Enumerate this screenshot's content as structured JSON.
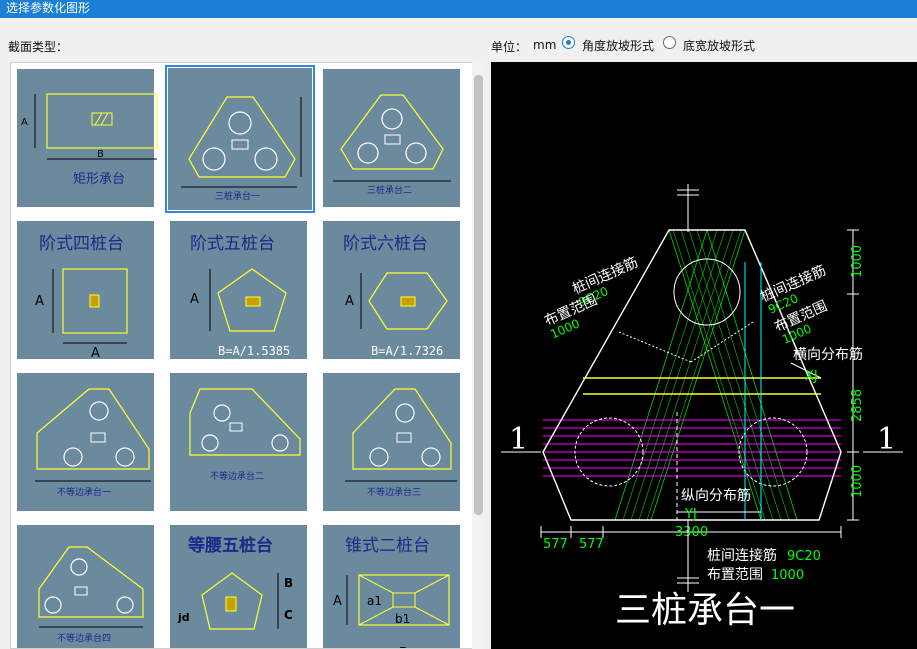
{
  "window": {
    "title": "选择参数化图形"
  },
  "section_label": "截面类型：",
  "unit": {
    "label": "单位：",
    "value": "mm"
  },
  "slope_options": [
    {
      "label": "角度放坡形式",
      "selected": true
    },
    {
      "label": "底宽放坡形式",
      "selected": false
    }
  ],
  "gallery": [
    {
      "label": "矩形承台",
      "dim_a": "A",
      "dim_b": "B"
    },
    {
      "label": "三桩承台一",
      "selected": true
    },
    {
      "label": "三桩承台二"
    },
    {
      "label": "阶式四桩台",
      "dim_a": "A",
      "dim_b": "A"
    },
    {
      "label": "阶式五桩台",
      "dim_a": "A",
      "formula": "B=A/1.5385"
    },
    {
      "label": "阶式六桩台",
      "dim_a": "A",
      "formula": "B=A/1.7326"
    },
    {
      "label": "不等边承台一"
    },
    {
      "label": "不等边承台二"
    },
    {
      "label": "不等边承台三"
    },
    {
      "label": "不等边承台四"
    },
    {
      "label": "等腰五桩台",
      "dim_b": "B",
      "dim_c": "C",
      "dim_jd": "jd"
    },
    {
      "label": "锥式二桩台",
      "dim_a": "A",
      "dim_a1": "a1",
      "dim_b1": "b1",
      "dim_d": "D"
    }
  ],
  "preview": {
    "title": "三桩承台一",
    "section_mark": "1",
    "left_rebar": {
      "name": "桩间连接筋",
      "spec": "9C20",
      "range_label": "布置范围",
      "range": "1000"
    },
    "right_rebar": {
      "name": "桩间连接筋",
      "spec": "9C20",
      "range_label": "布置范围",
      "range": "1000"
    },
    "bottom_rebar": {
      "name": "桩间连接筋",
      "spec": "9C20",
      "range_label": "布置范围",
      "range": "1000"
    },
    "transverse": {
      "name": "横向分布筋",
      "code": "XJ"
    },
    "longitudinal": {
      "name": "纵向分布筋",
      "code": "YJ"
    },
    "dims_right": [
      "1000",
      "2858",
      "1000"
    ],
    "dim_bottom": "3300",
    "dims_bottom_left": [
      "577",
      "577"
    ]
  },
  "colors": {
    "titlebar": "#1b7fd6",
    "cell_bg": "#6b8a9e",
    "outline": "#ffff33",
    "cad_green": "#00ff00",
    "cad_magenta": "#ff00ff",
    "cad_cyan": "#00ffff"
  }
}
